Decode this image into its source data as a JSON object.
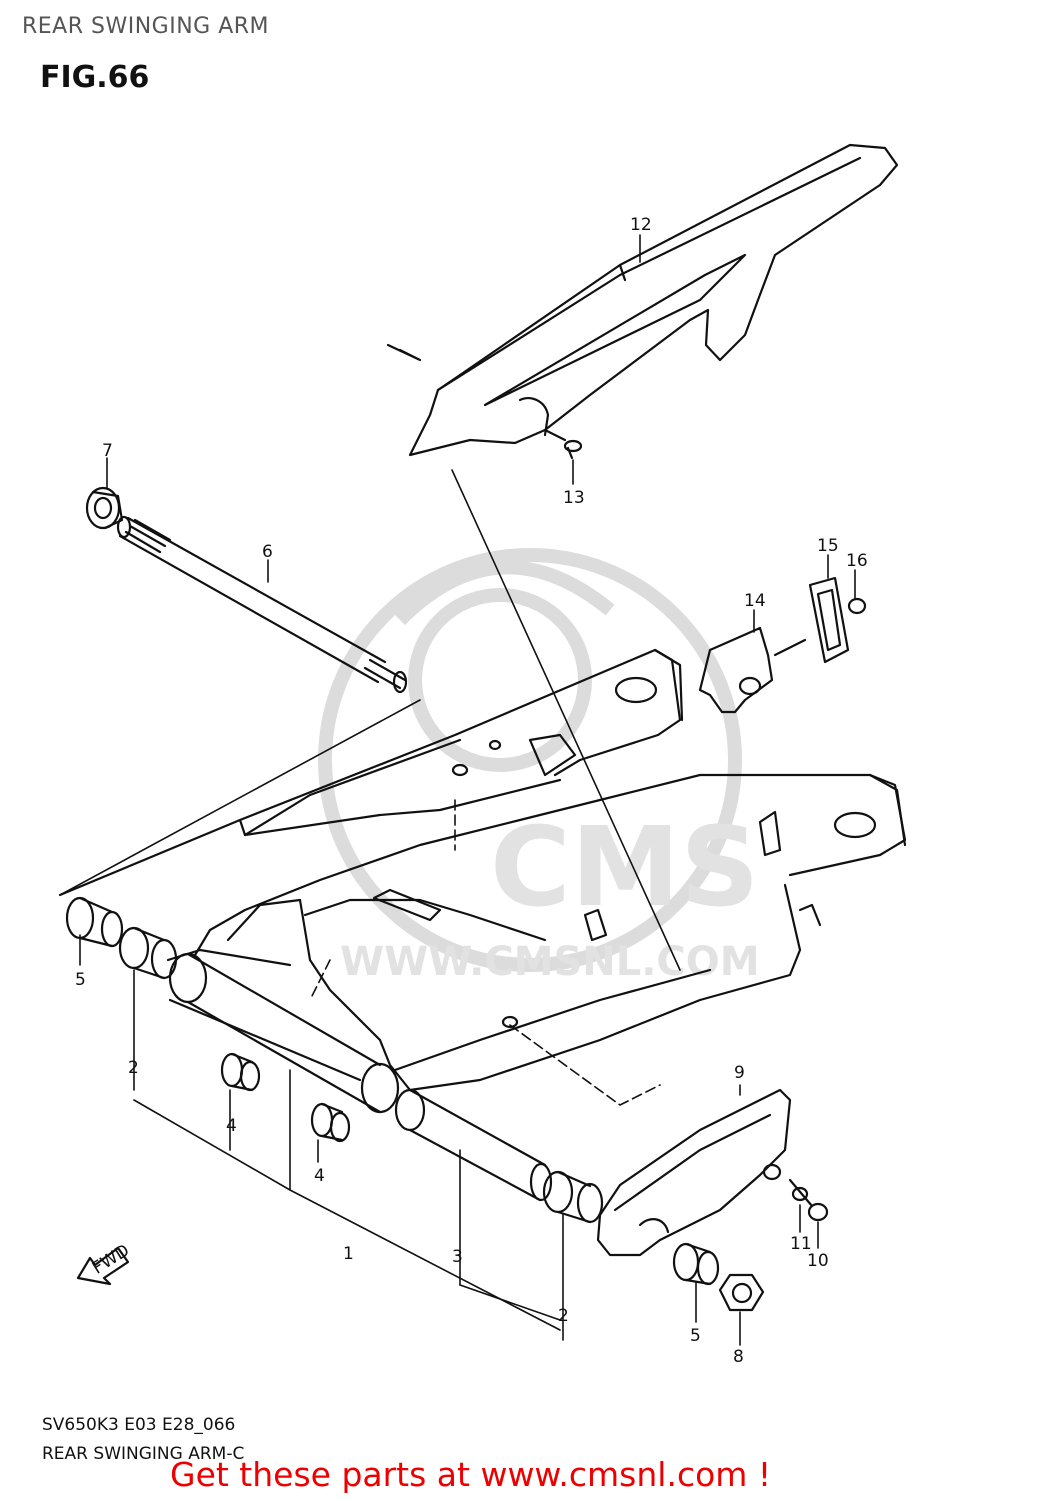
{
  "header": {
    "title": "REAR SWINGING ARM"
  },
  "figure": {
    "label": "FIG.66"
  },
  "watermark": {
    "text": "CMS",
    "url": "WWW.CMSNL.COM"
  },
  "fwd_arrow": {
    "label": "FWD"
  },
  "footer": {
    "model_code": "SV650K3 E03 E28_066",
    "assembly_name": "REAR SWINGING ARM-C",
    "promo": "Get these parts at www.cmsnl.com !"
  },
  "callouts": [
    {
      "id": "c12",
      "text": "12"
    },
    {
      "id": "c13",
      "text": "13"
    },
    {
      "id": "c7",
      "text": "7"
    },
    {
      "id": "c6",
      "text": "6"
    },
    {
      "id": "c15",
      "text": "15"
    },
    {
      "id": "c16",
      "text": "16"
    },
    {
      "id": "c14",
      "text": "14"
    },
    {
      "id": "c5a",
      "text": "5"
    },
    {
      "id": "c2a",
      "text": "2"
    },
    {
      "id": "c4a",
      "text": "4"
    },
    {
      "id": "c4b",
      "text": "4"
    },
    {
      "id": "c1",
      "text": "1"
    },
    {
      "id": "c3",
      "text": "3"
    },
    {
      "id": "c2b",
      "text": "2"
    },
    {
      "id": "c9",
      "text": "9"
    },
    {
      "id": "c11",
      "text": "11"
    },
    {
      "id": "c10",
      "text": "10"
    },
    {
      "id": "c5b",
      "text": "5"
    },
    {
      "id": "c8",
      "text": "8"
    }
  ],
  "colors": {
    "line": "#111111",
    "watermark": "#d9d9d9",
    "promo": "#ee0000",
    "header": "#555555"
  }
}
